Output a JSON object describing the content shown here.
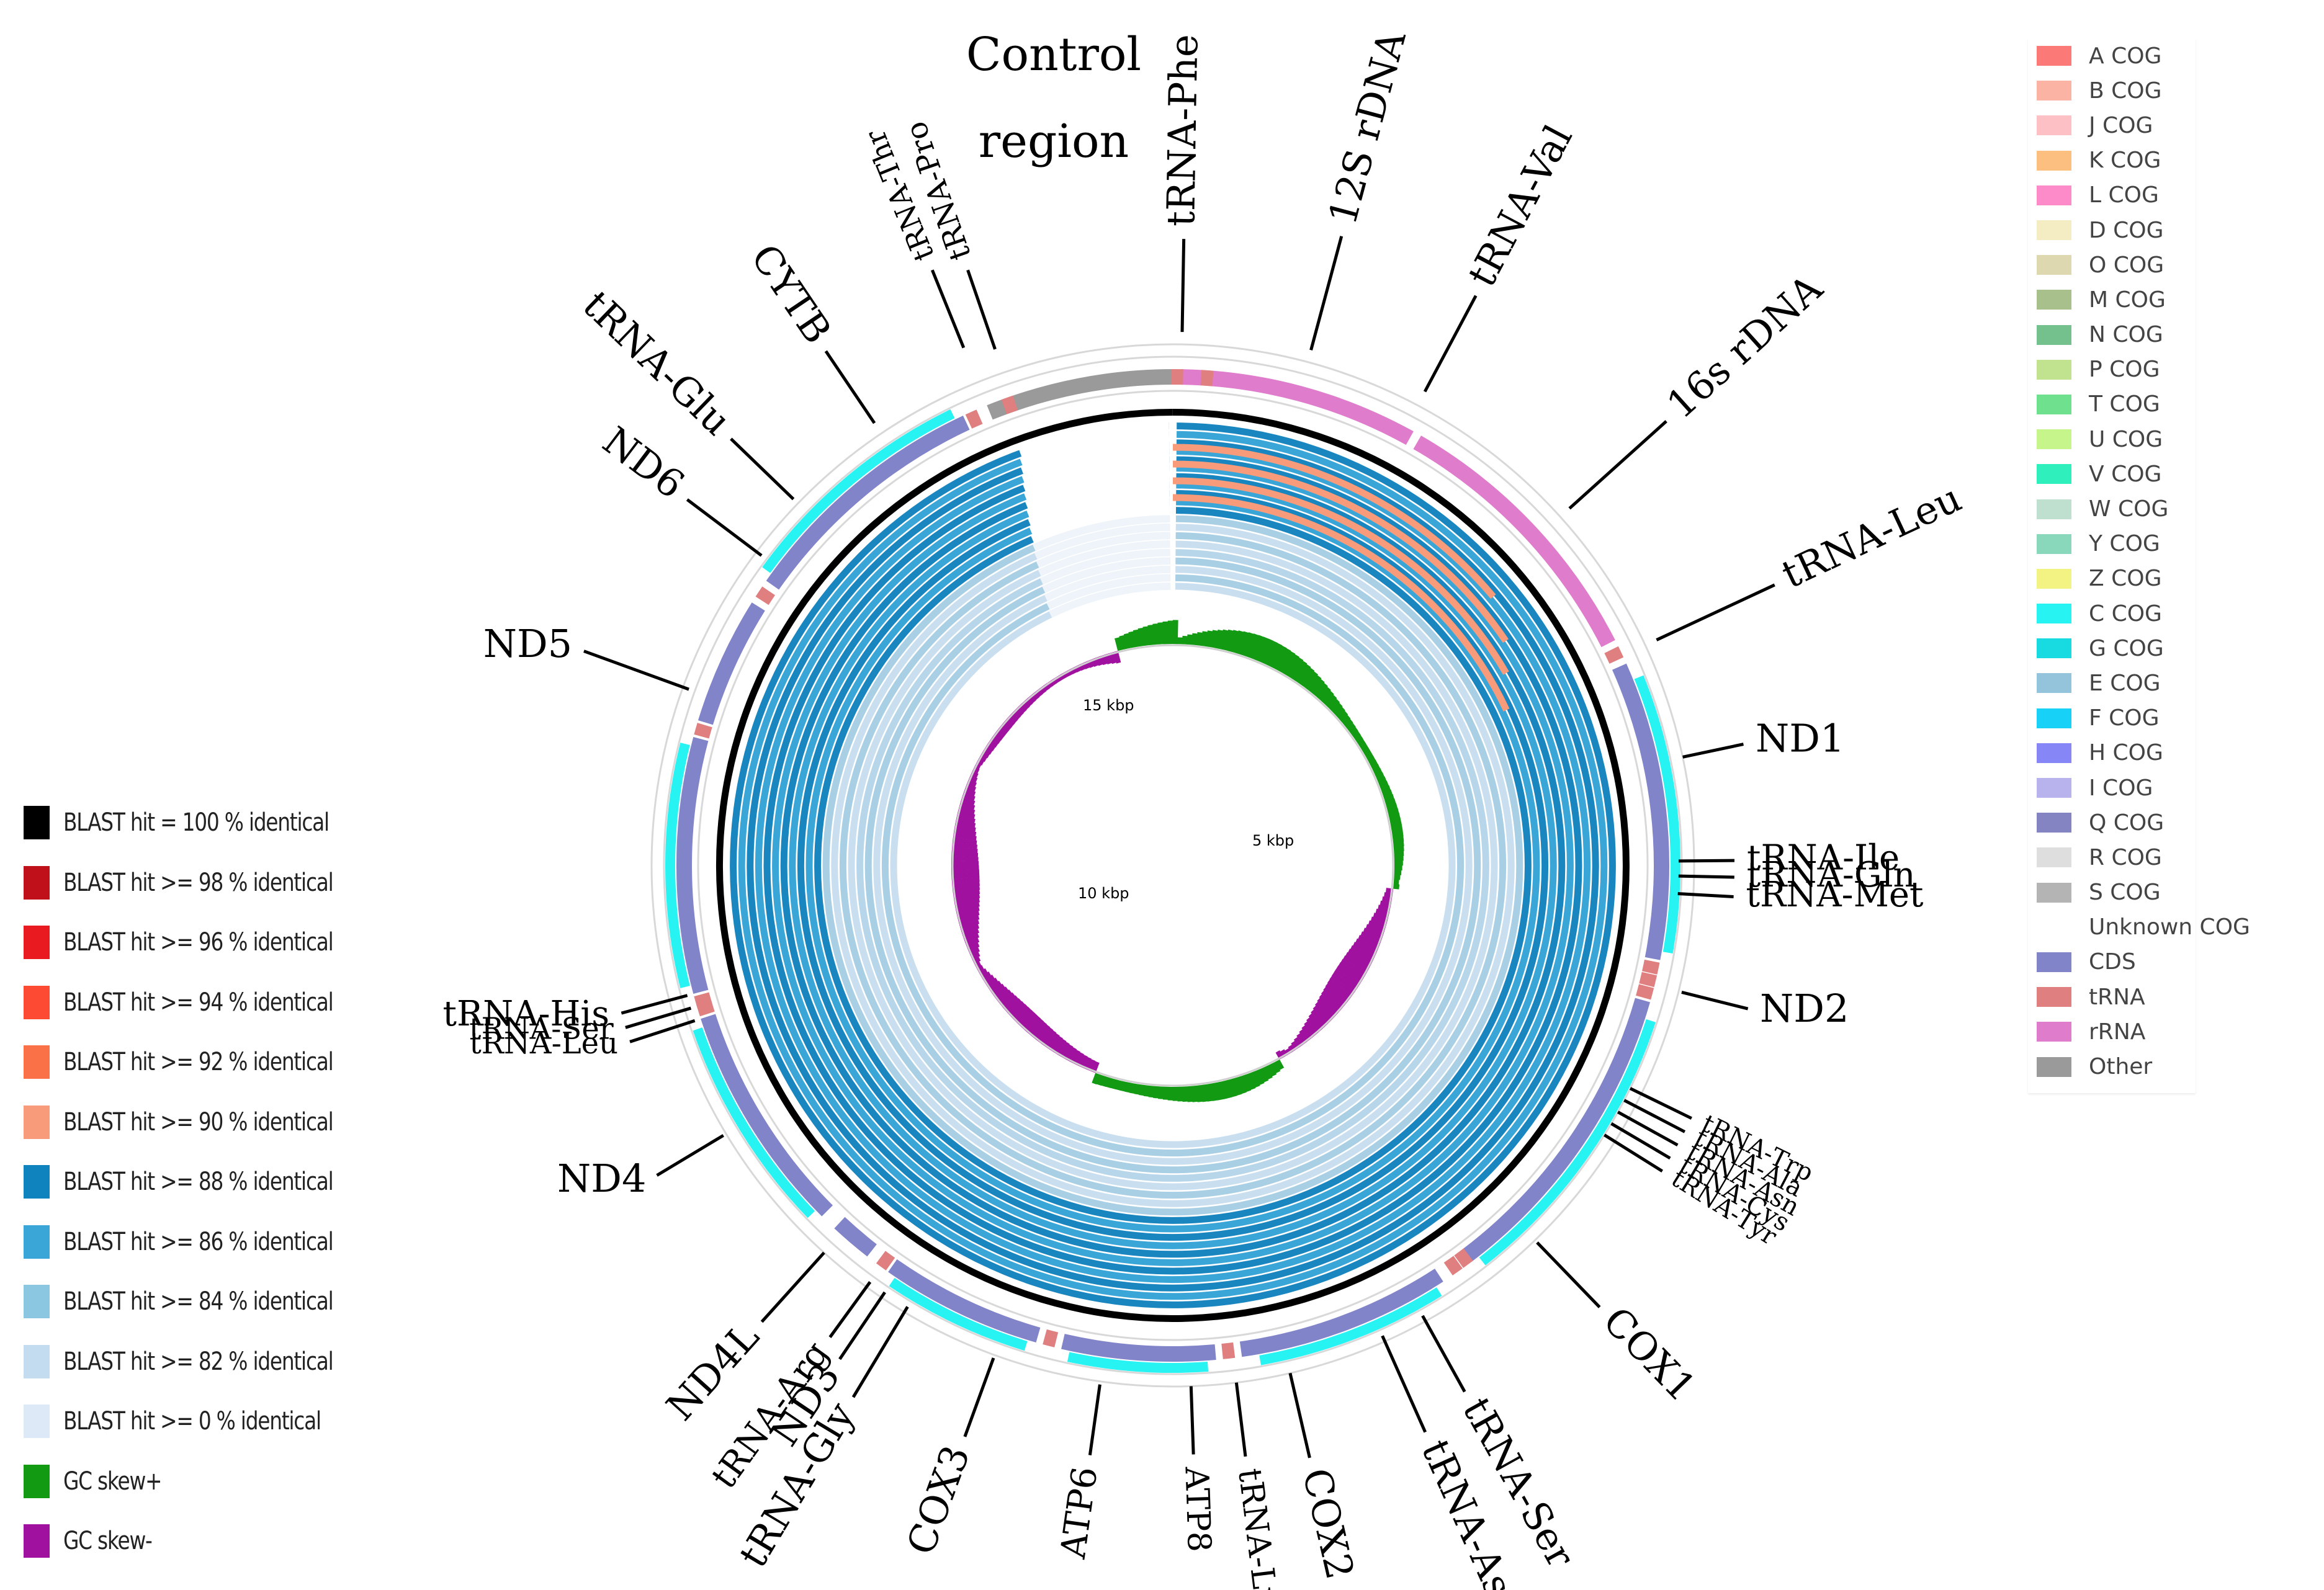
{
  "center_labels": [
    "5 kbp",
    "10 kbp",
    "15 kbp"
  ],
  "top_title": [
    "Control",
    "region"
  ],
  "gene_labels": [
    "tRNA-Pro",
    "tRNA-Thr",
    "tRNA-Phe",
    "12S rDNA",
    "tRNA-Val",
    "16s rDNA",
    "tRNA-Leu",
    "ND1",
    "tRNA-Ile",
    "tRNA-Gln",
    "tRNA-Met",
    "ND2",
    "tRNA-Trp",
    "tRNA-Ala",
    "tRNA-Asn",
    "tRNA-Cys",
    "tRNA-Tyr",
    "COX1",
    "tRNA-Ser",
    "tRNA-Asp",
    "COX2",
    "tRNA-Lys",
    "ATP8",
    "ATP6",
    "COX3",
    "tRNA-Gly",
    "ND3",
    "tRNA-Arg",
    "ND4L",
    "ND4",
    "tRNA-His",
    "tRNA-Ser",
    "tRNA-Leu",
    "ND5",
    "ND6",
    "tRNA-Glu",
    "CYTB"
  ],
  "left_legend": [
    {
      "label": "BLAST hit = 100 % identical",
      "color": "#000000"
    },
    {
      "label": "BLAST hit >= 98 % identical",
      "color": "#c0111a"
    },
    {
      "label": "BLAST hit >= 96 % identical",
      "color": "#ea1b20"
    },
    {
      "label": "BLAST hit >= 94 % identical",
      "color": "#fd4a32"
    },
    {
      "label": "BLAST hit >= 92 % identical",
      "color": "#fa7047"
    },
    {
      "label": "BLAST hit >= 90 % identical",
      "color": "#f89b7a"
    },
    {
      "label": "BLAST hit >= 88 % identical",
      "color": "#0f83be"
    },
    {
      "label": "BLAST hit >= 86 % identical",
      "color": "#3aa6d8"
    },
    {
      "label": "BLAST hit >= 84 % identical",
      "color": "#8bc7e0"
    },
    {
      "label": "BLAST hit >= 82 % identical",
      "color": "#c4dcef"
    },
    {
      "label": "BLAST hit >= 0 % identical",
      "color": "#dde9f6"
    },
    {
      "label": "GC skew+",
      "color": "#119a12"
    },
    {
      "label": "GC skew-",
      "color": "#a0119f"
    }
  ],
  "right_legend": [
    {
      "label": "A COG",
      "color": "#fb7976"
    },
    {
      "label": "B COG",
      "color": "#fbb3a4"
    },
    {
      "label": "J COG",
      "color": "#fdc0c4"
    },
    {
      "label": "K COG",
      "color": "#fdbf7f"
    },
    {
      "label": "L COG",
      "color": "#fd8ac9"
    },
    {
      "label": "D COG",
      "color": "#f4ecc2"
    },
    {
      "label": "O COG",
      "color": "#ddd8af"
    },
    {
      "label": "M COG",
      "color": "#a8c08b"
    },
    {
      "label": "N COG",
      "color": "#75c18e"
    },
    {
      "label": "P COG",
      "color": "#c1e28f"
    },
    {
      "label": "T COG",
      "color": "#6fe08d"
    },
    {
      "label": "U COG",
      "color": "#c6f58c"
    },
    {
      "label": "V COG",
      "color": "#2ff0bc"
    },
    {
      "label": "W COG",
      "color": "#bfe0cf"
    },
    {
      "label": "Y COG",
      "color": "#8ad8bc"
    },
    {
      "label": "Z COG",
      "color": "#f3f383"
    },
    {
      "label": "C COG",
      "color": "#27f3f3"
    },
    {
      "label": "G COG",
      "color": "#17dbe0"
    },
    {
      "label": "E COG",
      "color": "#94c3dc"
    },
    {
      "label": "F COG",
      "color": "#17d1f6"
    },
    {
      "label": "H COG",
      "color": "#8686f7"
    },
    {
      "label": "I COG",
      "color": "#b8b3ec"
    },
    {
      "label": "Q COG",
      "color": "#8584c3"
    },
    {
      "label": "R COG",
      "color": "#dedede"
    },
    {
      "label": "S COG",
      "color": "#b4b4b4"
    },
    {
      "label": "Unknown COG",
      "color": ""
    },
    {
      "label": "CDS",
      "color": "#8284c9"
    },
    {
      "label": "tRNA",
      "color": "#e07f7f"
    },
    {
      "label": "rRNA",
      "color": "#df7ccc"
    },
    {
      "label": "Other",
      "color": "#9a9a9a"
    }
  ]
}
